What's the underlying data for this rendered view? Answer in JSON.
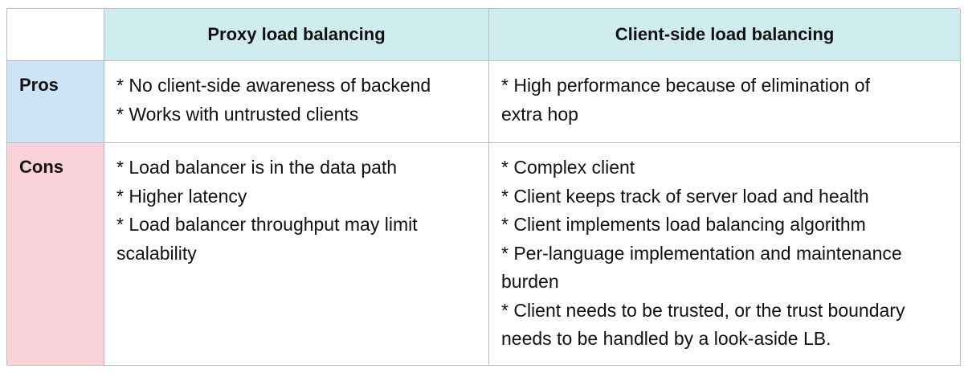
{
  "table": {
    "columns": [
      "",
      "Proxy load balancing",
      "Client-side load balancing"
    ],
    "rows": [
      {
        "label": "Pros",
        "proxy": [
          "* No client-side awareness of backend",
          "* Works with untrusted clients"
        ],
        "client": [
          "* High performance because of elimination of",
          "extra hop"
        ]
      },
      {
        "label": "Cons",
        "proxy": [
          "* Load balancer is in the data path",
          "* Higher latency",
          "* Load balancer throughput may limit",
          "scalability"
        ],
        "client": [
          "* Complex client",
          "* Client keeps track of server load and health",
          "* Client implements load balancing algorithm",
          "* Per-language implementation and maintenance",
          "burden",
          "* Client needs to be trusted, or the trust boundary",
          "needs to be handled by a look-aside LB."
        ]
      }
    ]
  },
  "colors": {
    "header_bg": "#cfecef",
    "pros_bg": "#cfe3f6",
    "cons_bg": "#f8d2d8",
    "border": "#bdbdbd"
  }
}
